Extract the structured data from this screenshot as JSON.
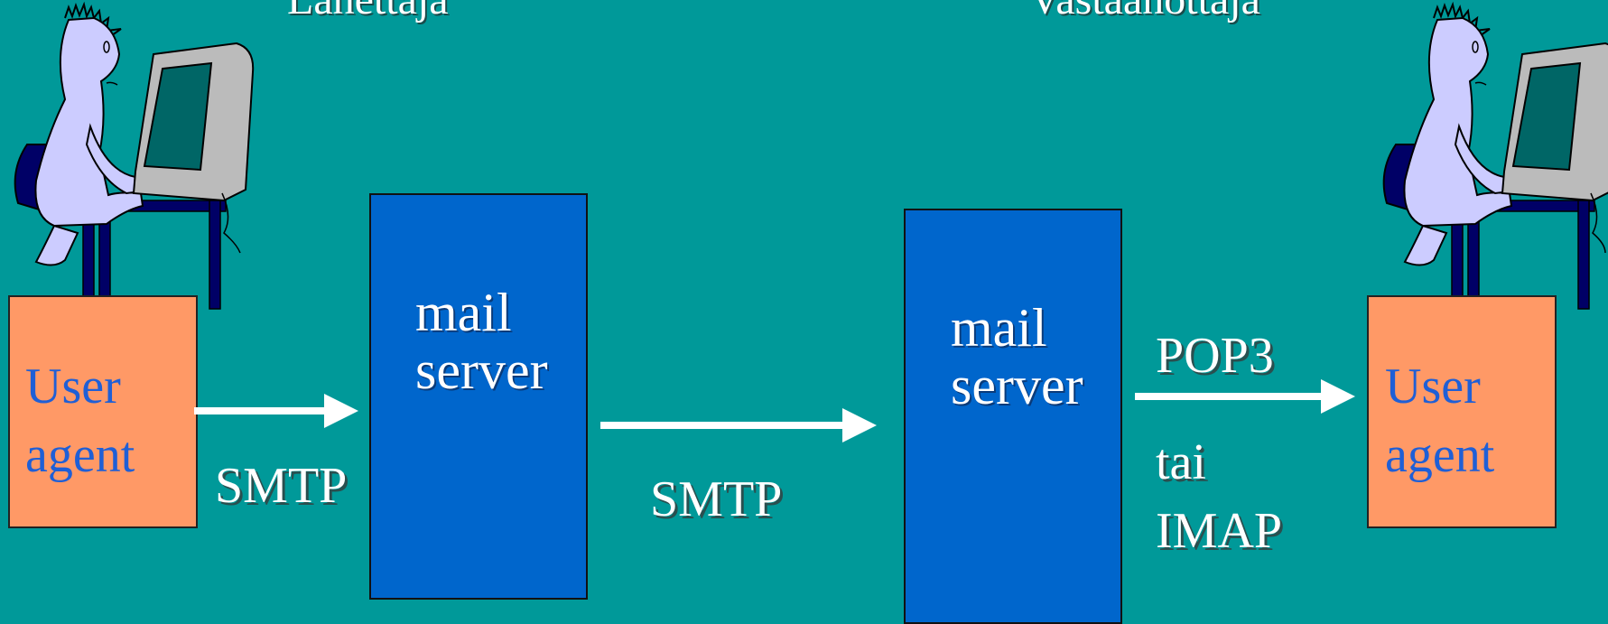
{
  "labels": {
    "sender": "Lähettäjä",
    "receiver": "Vastaanottaja"
  },
  "left_agent": {
    "line1": "User",
    "line2": "agent"
  },
  "right_agent": {
    "line1": "User",
    "line2": "agent"
  },
  "left_server": {
    "line1": "mail",
    "line2": "server"
  },
  "right_server": {
    "line1": "mail",
    "line2": "server"
  },
  "protocols": {
    "smtp_1": "SMTP",
    "smtp_2": "SMTP",
    "pop3": "POP3",
    "or": "tai",
    "imap": "IMAP"
  },
  "colors": {
    "background": "#009999",
    "user_agent_fill": "#ff9966",
    "user_agent_text": "#1f5fd6",
    "server_fill": "#0066cc",
    "arrow": "#ffffff"
  },
  "icons": [
    "user-at-computer-icon",
    "arrow-right-icon"
  ]
}
